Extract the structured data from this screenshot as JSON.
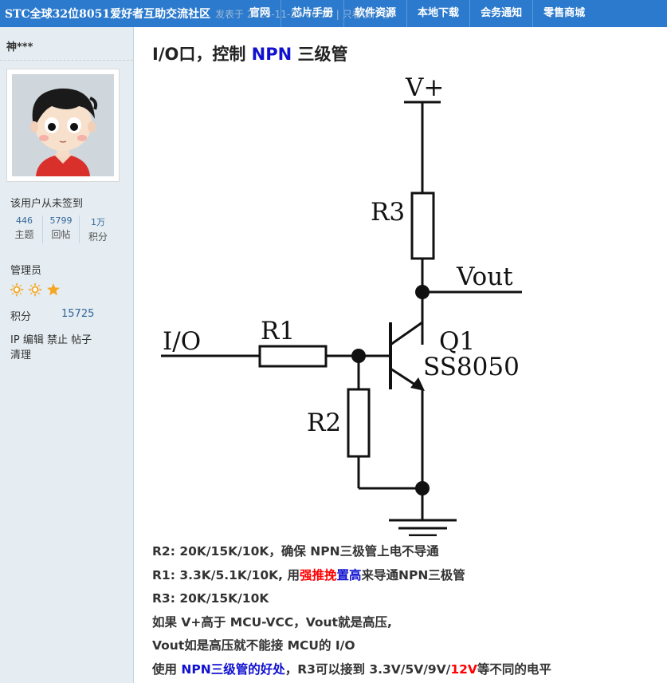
{
  "header": {
    "site_title": "STC全球32位8051爱好者互助交流社区",
    "ghost_text": "发表于 2023-11-20 06:36 | 只看该作者",
    "nav": [
      "官网",
      "芯片手册",
      "软件资源",
      "本地下载",
      "会务通知",
      "零售商城"
    ]
  },
  "sidebar": {
    "username": "神***",
    "sign_status": "该用户从未签到",
    "stats": [
      {
        "value": "446",
        "label": "主题"
      },
      {
        "value": "5799",
        "label": "回帖"
      },
      {
        "value": "1万",
        "label": "积分"
      }
    ],
    "role": "管理员",
    "stars": [
      "sun-icon",
      "sun-icon",
      "star-icon"
    ],
    "credit_label": "积分",
    "credit_value": "15725",
    "admin_links": [
      "IP",
      "编辑",
      "禁止",
      "帖子",
      "清理"
    ]
  },
  "post": {
    "title_prefix": "I/O口，控制 ",
    "title_highlight": "NPN",
    "title_suffix": " 三级管",
    "schematic": {
      "vplus": "V+",
      "r3": "R3",
      "vout": "Vout",
      "io": "I/O",
      "r1": "R1",
      "q1": "Q1",
      "part": "SS8050",
      "r2": "R2"
    },
    "lines": {
      "l1": "R2: 20K/15K/10K，确保 NPN三极管上电不导通",
      "l2_pre": "R1: 3.3K/5.1K/10K, 用",
      "l2_red": "强推挽",
      "l2_blue": "置高",
      "l2_post": "来导通NPN三极管",
      "l3": "R3: 20K/15K/10K",
      "l4": "如果 V+高于 MCU-VCC，Vout就是高压,",
      "l5": "Vout如是高压就不能接 MCU的 I/O",
      "l6_pre": "使用 ",
      "l6_blue": "NPN三级管的好处",
      "l6_mid": "，R3可以接到 3.3V/5V/9V/",
      "l6_red": "12V",
      "l6_post": "等不同的电平"
    }
  },
  "colors": {
    "topbar": "#2b7acd",
    "sidebar": "#e5edf2",
    "accent_blue": "#1010d0",
    "accent_red": "#ff0000",
    "star": "#f5a623"
  }
}
